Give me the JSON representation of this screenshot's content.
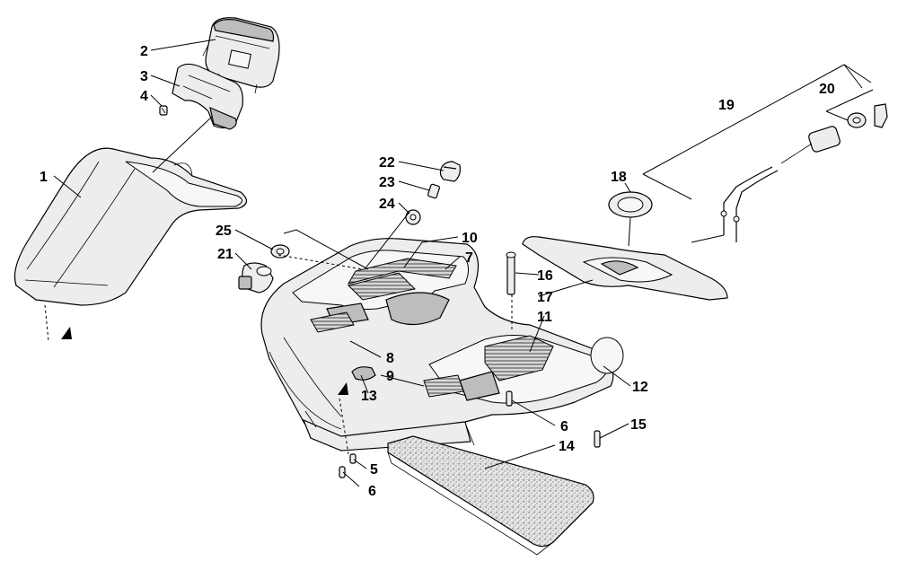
{
  "callouts": [
    {
      "id": "c1",
      "text": "1"
    },
    {
      "id": "c2",
      "text": "2"
    },
    {
      "id": "c3",
      "text": "3"
    },
    {
      "id": "c4",
      "text": "4"
    },
    {
      "id": "c5",
      "text": "5"
    },
    {
      "id": "c6a",
      "text": "6"
    },
    {
      "id": "c6b",
      "text": "6"
    },
    {
      "id": "c7",
      "text": "7"
    },
    {
      "id": "c8",
      "text": "8"
    },
    {
      "id": "c9",
      "text": "9"
    },
    {
      "id": "c10",
      "text": "10"
    },
    {
      "id": "c11",
      "text": "11"
    },
    {
      "id": "c12",
      "text": "12"
    },
    {
      "id": "c13",
      "text": "13"
    },
    {
      "id": "c14",
      "text": "14"
    },
    {
      "id": "c15",
      "text": "15"
    },
    {
      "id": "c16",
      "text": "16"
    },
    {
      "id": "c17",
      "text": "17"
    },
    {
      "id": "c18",
      "text": "18"
    },
    {
      "id": "c19",
      "text": "19"
    },
    {
      "id": "c20",
      "text": "20"
    },
    {
      "id": "c21",
      "text": "21"
    },
    {
      "id": "c22",
      "text": "22"
    },
    {
      "id": "c23",
      "text": "23"
    },
    {
      "id": "c24",
      "text": "24"
    },
    {
      "id": "c25",
      "text": "25"
    }
  ]
}
